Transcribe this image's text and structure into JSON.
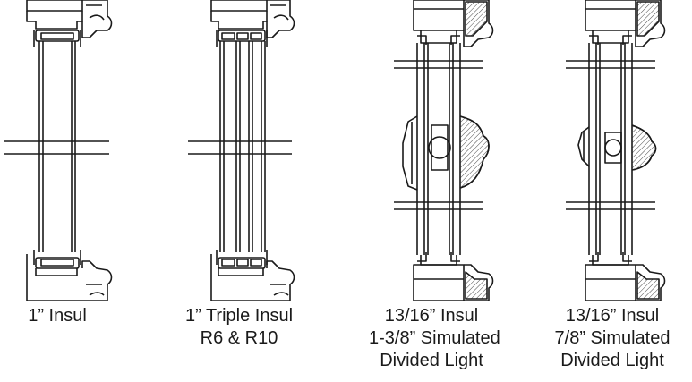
{
  "sections": [
    {
      "label_lines": [
        "1” Insul"
      ]
    },
    {
      "label_lines": [
        "1” Triple Insul",
        "R6 & R10"
      ]
    },
    {
      "label_lines": [
        "13/16” Insul",
        "1-3/8” Simulated",
        "Divided Light"
      ]
    },
    {
      "label_lines": [
        "13/16” Insul",
        "7/8” Simulated",
        "Divided Light"
      ]
    }
  ]
}
